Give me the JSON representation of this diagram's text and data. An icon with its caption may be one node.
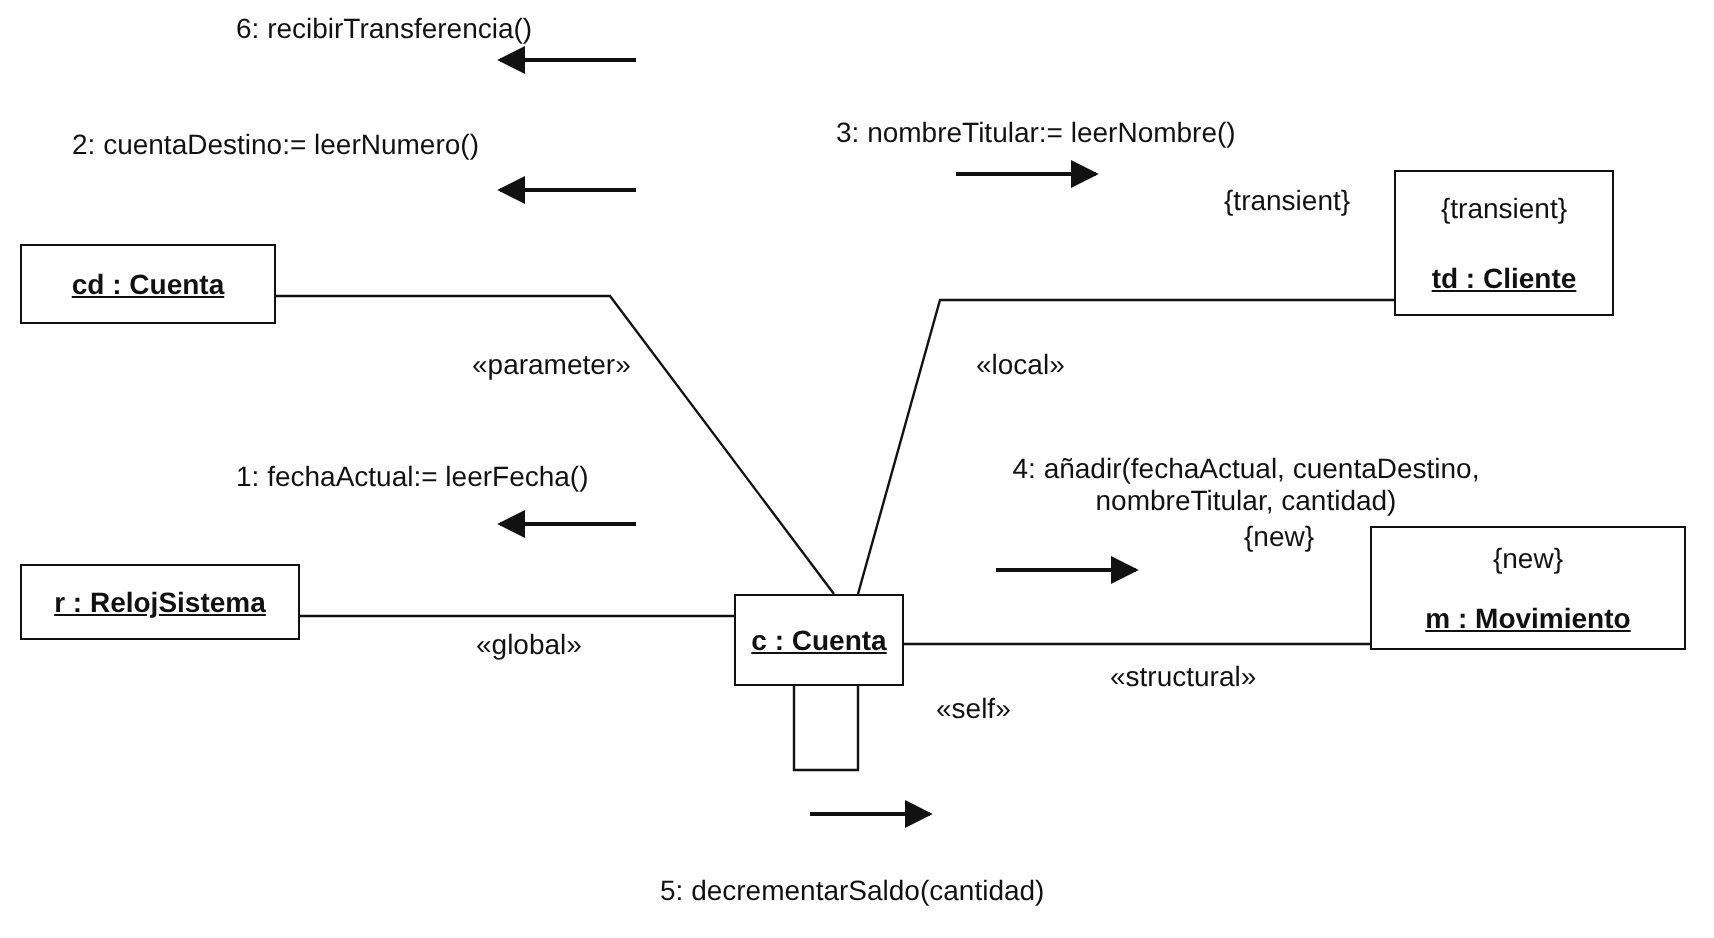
{
  "diagram": {
    "nodes": [
      {
        "text": [
          "cd : Cuenta"
        ]
      },
      {
        "text": [
          "{transient}",
          "td : Cliente"
        ],
        "beside": [
          "{transient}"
        ]
      },
      {
        "text": [
          "r : RelojSistema"
        ]
      },
      {
        "text": [
          "c : Cuenta"
        ]
      },
      {
        "text": [
          "{new}",
          "m : Movimiento"
        ],
        "beside": [
          "{new}"
        ]
      }
    ],
    "edges": [
      {
        "from": 0,
        "to": 3,
        "arrow": "none",
        "label": "«parameter»"
      },
      {
        "from": 1,
        "to": 3,
        "arrow": "none",
        "label": "«local»"
      },
      {
        "from": 2,
        "to": 3,
        "arrow": "none",
        "label": "«global»"
      },
      {
        "from": 3,
        "to": 4,
        "arrow": "none",
        "label": "«structural»"
      },
      {
        "from": 3,
        "to": 3,
        "arrow": "none",
        "label": "«self»"
      }
    ],
    "labels": [
      "6: recibirTransferencia()",
      "2: cuentaDestino:= leerNumero()",
      "3: nombreTitular:= leerNombre()",
      "1: fechaActual:= leerFecha()",
      "4: añadir(fechaActual, cuentaDestino, nombreTitular, cantidad)",
      "5: decrementarSaldo(cantidad)"
    ]
  }
}
